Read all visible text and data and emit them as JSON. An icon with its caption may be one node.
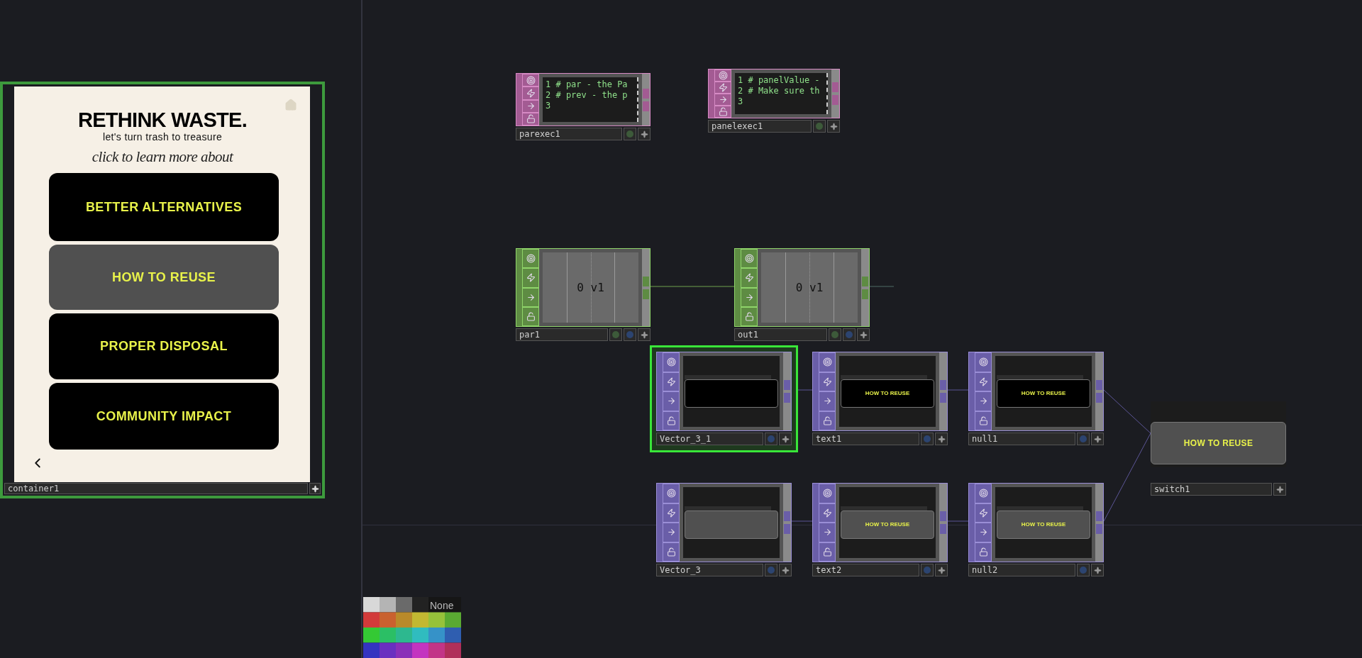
{
  "diagram": {
    "nodes": [
      {
        "text": [
          "RETHINK WASTE.",
          "let's turn trash to treasure",
          "click to learn more about",
          "container1"
        ]
      },
      {
        "text": [
          "BETTER ALTERNATIVES"
        ],
        "in": 0
      },
      {
        "text": [
          "HOW TO REUSE"
        ],
        "in": 0
      },
      {
        "text": [
          "PROPER DISPOSAL"
        ],
        "in": 0
      },
      {
        "text": [
          "COMMUNITY IMPACT"
        ],
        "in": 0
      },
      {
        "text": [
          "1 # par - the Pa",
          "2 # prev - the p",
          "3",
          "parexec1"
        ]
      },
      {
        "text": [
          "1 # panelValue -",
          "2 # Make sure th",
          "3",
          "panelexec1"
        ]
      },
      {
        "text": [
          "0 v1",
          "par1"
        ]
      },
      {
        "text": [
          "0 v1",
          "out1"
        ]
      },
      {
        "text": [
          "Vector_3_1"
        ]
      },
      {
        "text": [
          "HOW TO REUSE",
          "text1"
        ]
      },
      {
        "text": [
          "HOW TO REUSE",
          "null1"
        ]
      },
      {
        "text": [
          "HOW TO REUSE",
          "switch1"
        ]
      },
      {
        "text": [
          "Vector_3"
        ]
      },
      {
        "text": [
          "HOW TO REUSE",
          "text2"
        ]
      },
      {
        "text": [
          "HOW TO REUSE",
          "null2"
        ]
      }
    ],
    "edges": [
      {
        "from": 7,
        "to": 8,
        "arrow": "none",
        "color": "#6fa24f"
      },
      {
        "from": 8,
        "to": null,
        "arrow": "none",
        "color": "#4e6a66"
      },
      {
        "from": 9,
        "to": 10,
        "arrow": "none"
      },
      {
        "from": 10,
        "to": 11,
        "arrow": "none"
      },
      {
        "from": 11,
        "to": 12,
        "arrow": "none"
      },
      {
        "from": 13,
        "to": 14,
        "arrow": "none"
      },
      {
        "from": 14,
        "to": 15,
        "arrow": "none"
      },
      {
        "from": 15,
        "to": 12,
        "arrow": "none"
      }
    ],
    "labels": [
      "None"
    ]
  }
}
